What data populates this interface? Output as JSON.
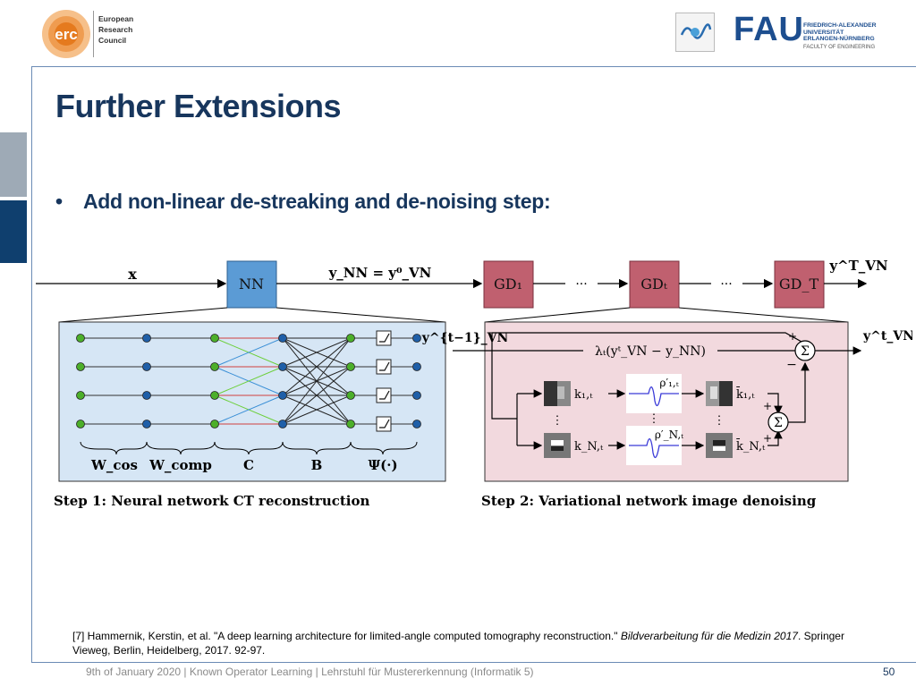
{
  "header": {
    "erc_lines": [
      "European",
      "Research",
      "Council"
    ],
    "erc_mark": "erc",
    "fau_word": "FAU",
    "fau_lines": [
      "FRIEDRICH-ALEXANDER",
      "UNIVERSITÄT",
      "ERLANGEN-NÜRNBERG"
    ],
    "fau_faculty": "FACULTY OF ENGINEERING"
  },
  "slide": {
    "title": "Further Extensions",
    "bullet_marker": "•",
    "bullet": "Add non-linear de-streaking and de-noising step:"
  },
  "diagram": {
    "input_label": "x",
    "nn_label": "NN",
    "intermediate_label": "y_NN = y⁰_VN",
    "gd_boxes": [
      "GD₁",
      "GDₜ",
      "GD_T"
    ],
    "dots": "···",
    "output_label": "y^T_VN",
    "step1": {
      "caption": "Step 1:  Neural network CT reconstruction",
      "layer_labels": [
        "W_cos",
        "W_comp",
        "C",
        "B",
        "Ψ(·)"
      ]
    },
    "step2": {
      "caption": "Step 2:  Variational network image denoising",
      "input": "y^{t−1}_VN",
      "output": "y^t_VN",
      "lambda_term": "λₜ(yᵗ_VN − y_NN)",
      "filters": [
        "k₁,ₜ",
        "k_N,ₜ"
      ],
      "activations": [
        "ρ′₁,ₜ",
        "ρ′_N,ₜ"
      ],
      "adjoint_filters": [
        "k̄₁,ₜ",
        "k̄_N,ₜ"
      ],
      "sum_symbol": "Σ",
      "plus": "+",
      "minus": "−"
    },
    "colors": {
      "nn_box": "#5b9bd5",
      "gd_box": "#c0606f",
      "step1_panel": "#d6e6f5",
      "step2_panel": "#f2d9de",
      "node_green": "#4caf2a",
      "node_blue": "#1f5fa8"
    }
  },
  "reference": {
    "text": "[7] Hammernik, Kerstin, et al. \"A deep learning architecture for limited-angle computed tomography reconstruction.\" ",
    "italic": "Bildverarbeitung für die Medizin 2017",
    "tail": ". Springer Vieweg, Berlin, Heidelberg, 2017. 92-97."
  },
  "footer": {
    "text": "9th of January 2020  |  Known Operator Learning  |   Lehrstuhl für Mustererkennung (Informatik 5)",
    "page_number": "50"
  }
}
